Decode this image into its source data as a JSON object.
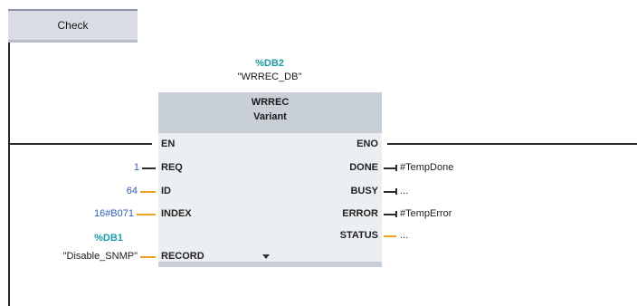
{
  "network": {
    "tab_label": "Check"
  },
  "instance": {
    "ref": "%DB2",
    "name": "\"WRREC_DB\""
  },
  "block": {
    "name": "WRREC",
    "type": "Variant"
  },
  "inputs": [
    {
      "pin": "EN",
      "value": ""
    },
    {
      "pin": "REQ",
      "value": "1"
    },
    {
      "pin": "ID",
      "value": "64"
    },
    {
      "pin": "INDEX",
      "value": "16#B071"
    },
    {
      "pin": "RECORD",
      "value": "\"Disable_SNMP\"",
      "ref": "%DB1"
    }
  ],
  "outputs": [
    {
      "pin": "ENO",
      "value": ""
    },
    {
      "pin": "DONE",
      "value": "#TempDone"
    },
    {
      "pin": "BUSY",
      "value": "..."
    },
    {
      "pin": "ERROR",
      "value": "#TempError"
    },
    {
      "pin": "STATUS",
      "value": "..."
    }
  ],
  "colors": {
    "rail": "#2b2b2b",
    "block_header": "#c9cfd6",
    "block_body": "#eceff2",
    "db_ref": "#1a9aa5",
    "connector_input": "#f0a020",
    "literal": "#2f5fb3"
  },
  "icons": {
    "expand": "chevron-down-icon"
  }
}
